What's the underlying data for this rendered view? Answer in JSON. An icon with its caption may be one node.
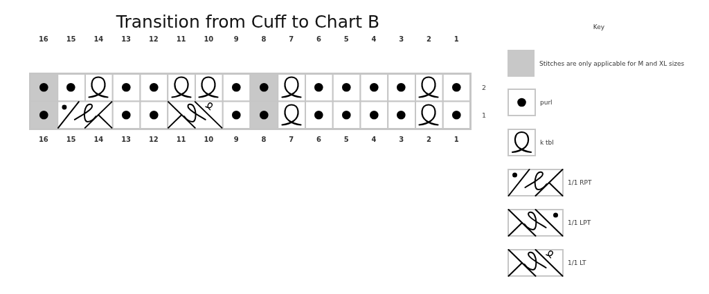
{
  "diagram": {
    "title": "Transition from Cuff to Chart B",
    "labels": [
      "Key",
      "16",
      "15",
      "14",
      "13",
      "12",
      "11",
      "10",
      "9",
      "8",
      "7",
      "6",
      "5",
      "4",
      "3",
      "2",
      "1",
      "2",
      "1",
      "16",
      "15",
      "14",
      "13",
      "12",
      "11",
      "10",
      "9",
      "8",
      "7",
      "6",
      "5",
      "4",
      "3",
      "2",
      "1"
    ],
    "legend": [
      {
        "text": "Stitches are only applicable for M and XL sizes",
        "color": "#c8c8c8"
      },
      {
        "text": "purl"
      },
      {
        "text": "k tbl"
      },
      {
        "text": "1/1 RPT"
      },
      {
        "text": "1/1 LPT"
      },
      {
        "text": "1/1 LT"
      }
    ]
  }
}
